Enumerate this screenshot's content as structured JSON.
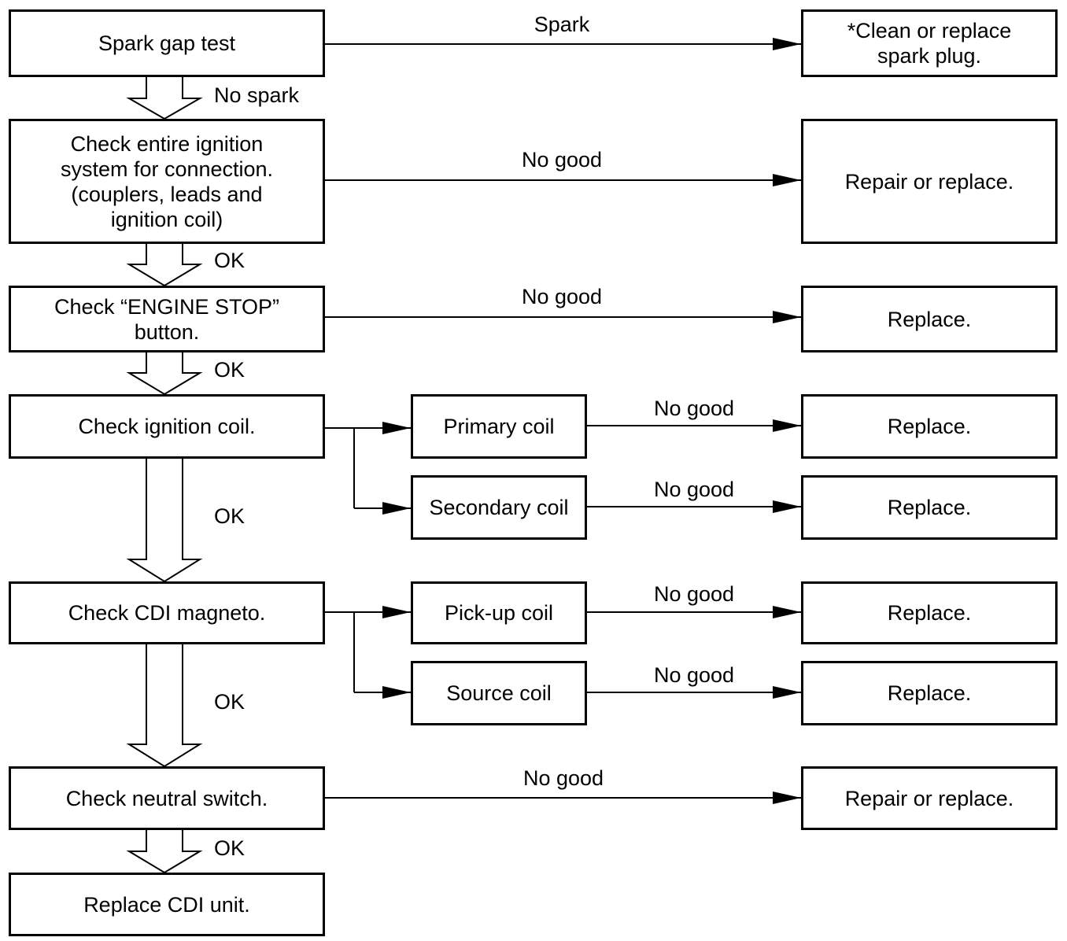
{
  "nodes": {
    "spark_gap_test": "Spark gap test",
    "clean_replace_plug": "*Clean or replace\nspark plug.",
    "check_connection": "Check entire ignition\nsystem for connection.\n(couplers, leads and\nignition coil)",
    "repair_replace_1": "Repair or replace.",
    "check_engine_stop": "Check “ENGINE STOP”\nbutton.",
    "replace_1": "Replace.",
    "check_ignition_coil": "Check ignition coil.",
    "primary_coil": "Primary coil",
    "replace_2": "Replace.",
    "secondary_coil": "Secondary coil",
    "replace_3": "Replace.",
    "check_cdi_magneto": "Check CDI magneto.",
    "pickup_coil": "Pick-up coil",
    "replace_4": "Replace.",
    "source_coil": "Source coil",
    "replace_5": "Replace.",
    "check_neutral_switch": "Check neutral switch.",
    "repair_replace_2": "Repair or replace.",
    "replace_cdi_unit": "Replace CDI unit."
  },
  "edges": {
    "spark": "Spark",
    "no_spark": "No spark",
    "no_good_connection": "No good",
    "ok_connection": "OK",
    "no_good_engine_stop": "No good",
    "ok_engine_stop": "OK",
    "no_good_primary": "No good",
    "no_good_secondary": "No good",
    "ok_ignition_coil": "OK",
    "no_good_pickup": "No good",
    "no_good_source": "No good",
    "ok_cdi_magneto": "OK",
    "no_good_neutral": "No good",
    "ok_neutral": "OK"
  }
}
